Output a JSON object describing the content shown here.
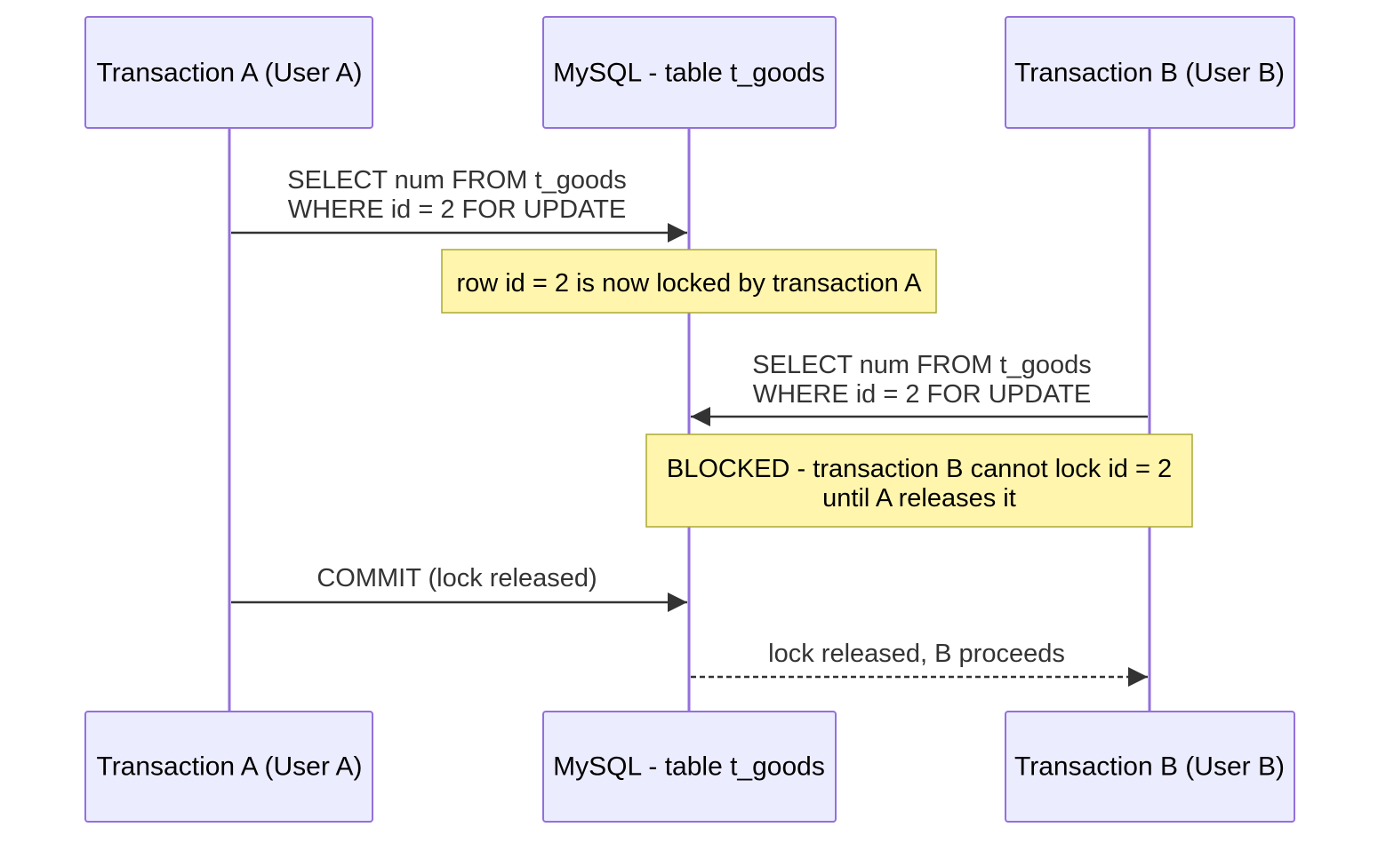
{
  "actors": {
    "a": {
      "label": "Transaction A (User A)"
    },
    "db": {
      "label": "MySQL - table t_goods"
    },
    "b": {
      "label": "Transaction B (User B)"
    }
  },
  "messages": [
    {
      "from": "a",
      "to": "db",
      "style": "solid",
      "lines": [
        "SELECT num FROM t_goods",
        "WHERE id = 2 FOR UPDATE"
      ]
    },
    {
      "from": "b",
      "to": "db",
      "style": "solid",
      "lines": [
        "SELECT num FROM t_goods",
        "WHERE id = 2 FOR UPDATE"
      ]
    },
    {
      "from": "a",
      "to": "db",
      "style": "solid",
      "lines": [
        "COMMIT (lock released)"
      ]
    },
    {
      "from": "db",
      "to": "b",
      "style": "dashed",
      "lines": [
        "lock released, B proceeds"
      ]
    }
  ],
  "notes": [
    {
      "lines": [
        "row id = 2 is now locked by transaction A"
      ]
    },
    {
      "lines": [
        "BLOCKED - transaction B cannot lock id = 2",
        "until A releases it"
      ]
    }
  ],
  "colors": {
    "actor_fill": "#ECECFF",
    "actor_border": "#9370DB",
    "lifeline": "#9370DB",
    "message_line": "#333333",
    "note_fill": "#FFF5AD",
    "note_border": "#AAAA33"
  }
}
